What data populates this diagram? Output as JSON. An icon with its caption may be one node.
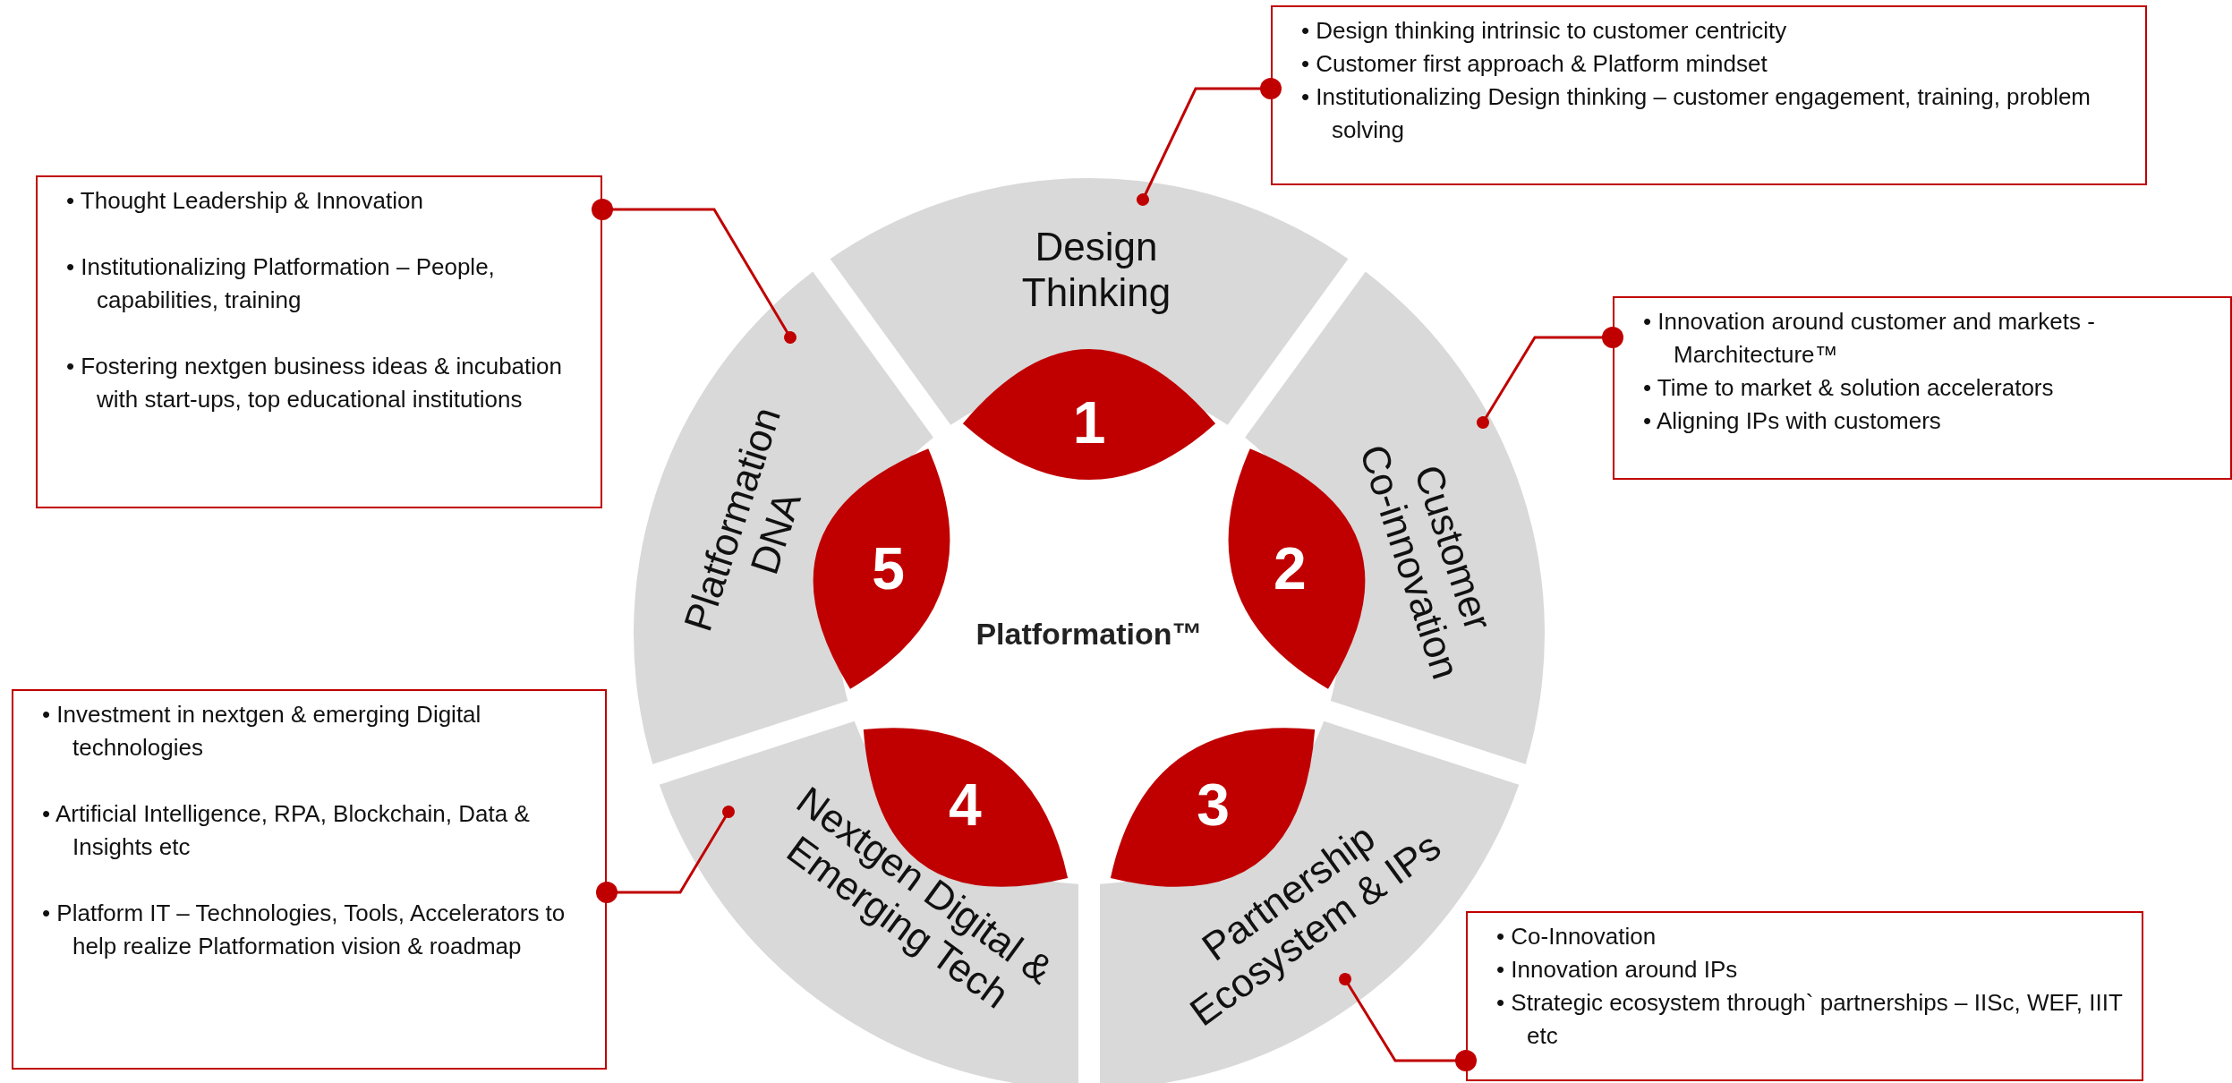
{
  "diagram": {
    "nodes": [
      {
        "text": [
          "• Design thinking intrinsic to customer centricity",
          "• Customer first approach & Platform mindset",
          "• Institutionalizing Design thinking – customer engagement, training, problem solving"
        ]
      },
      {
        "text": [
          "• Thought Leadership & Innovation",
          "• Institutionalizing Platformation – People, capabilities, training",
          "• Fostering nextgen business ideas & incubation with start-ups, top educational institutions"
        ]
      },
      {
        "text": [
          "Design Thinking"
        ]
      },
      {
        "text": [
          "• Innovation around customer and markets - Marchitecture™",
          "• Time to market & solution accelerators",
          "• Aligning IPs with customers"
        ]
      },
      {
        "text": [
          "Platformation DNA"
        ]
      },
      {
        "text": [
          "Customer Co-innovation"
        ]
      },
      {
        "text": [
          "1"
        ]
      },
      {
        "text": [
          "5"
        ]
      },
      {
        "text": [
          "2"
        ]
      },
      {
        "text": [
          "• Investment in nextgen & emerging Digital technologies",
          "• Artificial Intelligence, RPA, Blockchain, Data & Insights etc",
          "• Platform IT – Technologies, Tools, Accelerators to help realize Platformation vision & roadmap"
        ]
      },
      {
        "text": [
          "4"
        ]
      },
      {
        "text": [
          "3"
        ]
      },
      {
        "text": [
          "Nextgen Digital & Emerging Tech"
        ]
      },
      {
        "text": [
          "Partnership Ecosystem & IPs"
        ]
      },
      {
        "text": [
          "• Co-Innovation",
          "• Innovation around IPs",
          "• Strategic ecosystem through` partnerships – IISc, WEF, IIIT etc"
        ]
      }
    ],
    "edges": [
      {
        "from": 0,
        "to": 2,
        "arrow": "other"
      },
      {
        "from": 1,
        "to": 4,
        "arrow": "other"
      },
      {
        "from": 3,
        "to": 5,
        "arrow": "other"
      },
      {
        "from": 9,
        "to": 12,
        "arrow": "other"
      },
      {
        "from": 14,
        "to": 13,
        "arrow": "other"
      }
    ],
    "labels": [
      "Platformation™"
    ]
  }
}
